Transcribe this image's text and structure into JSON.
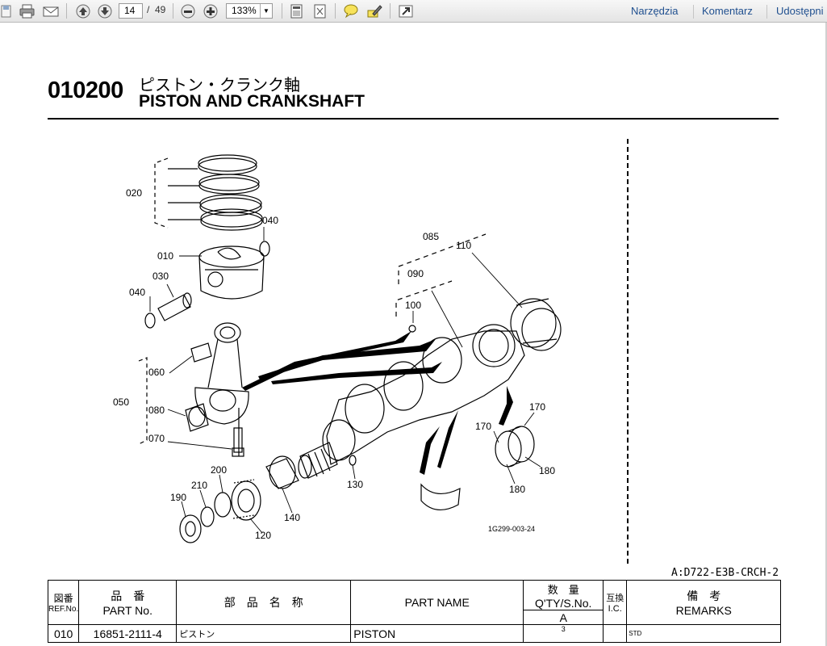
{
  "toolbar": {
    "page_current": "14",
    "page_separator": "/",
    "page_total": "49",
    "zoom": "133%",
    "links": [
      "Narzędzia",
      "Komentarz",
      "Udostępni"
    ],
    "icons": [
      "save-icon",
      "print-icon",
      "email-icon",
      "prev-page-icon",
      "next-page-icon",
      "zoom-out-icon",
      "zoom-in-icon",
      "fit-width-icon",
      "fit-page-icon",
      "comment-icon",
      "highlight-icon",
      "expand-icon"
    ]
  },
  "document": {
    "section_number": "010200",
    "title_jp": "ピストン・クランク軸",
    "title_en": "PISTON AND CRANKSHAFT",
    "figure_id": "1G299-003-24",
    "model_code": "A:D722-E3B-CRCH-2",
    "callouts": [
      "020",
      "040",
      "010",
      "030",
      "040",
      "060",
      "050",
      "080",
      "070",
      "085",
      "110",
      "090",
      "100",
      "170",
      "170",
      "180",
      "180",
      "200",
      "210",
      "190",
      "140",
      "120",
      "130"
    ]
  },
  "parts_table": {
    "headers": {
      "ref_jp": "図番",
      "ref_en": "REF.No.",
      "partno_jp": "品　番",
      "partno_en": "PART No.",
      "name_jp": "部　品　名　称",
      "name_en": "PART NAME",
      "qty_jp": "数　量",
      "qty_en": "Q'TY/S.No.",
      "qty_sub": "A",
      "ic_jp": "互換",
      "ic_en": "I.C.",
      "remarks_jp": "備　考",
      "remarks_en": "REMARKS"
    },
    "rows": [
      {
        "ref": "010",
        "part_no": "16851-2111-4",
        "name_jp": "ピストン",
        "name_en": "PISTON",
        "qty": "3",
        "ic": "",
        "remarks": "STD"
      }
    ]
  }
}
